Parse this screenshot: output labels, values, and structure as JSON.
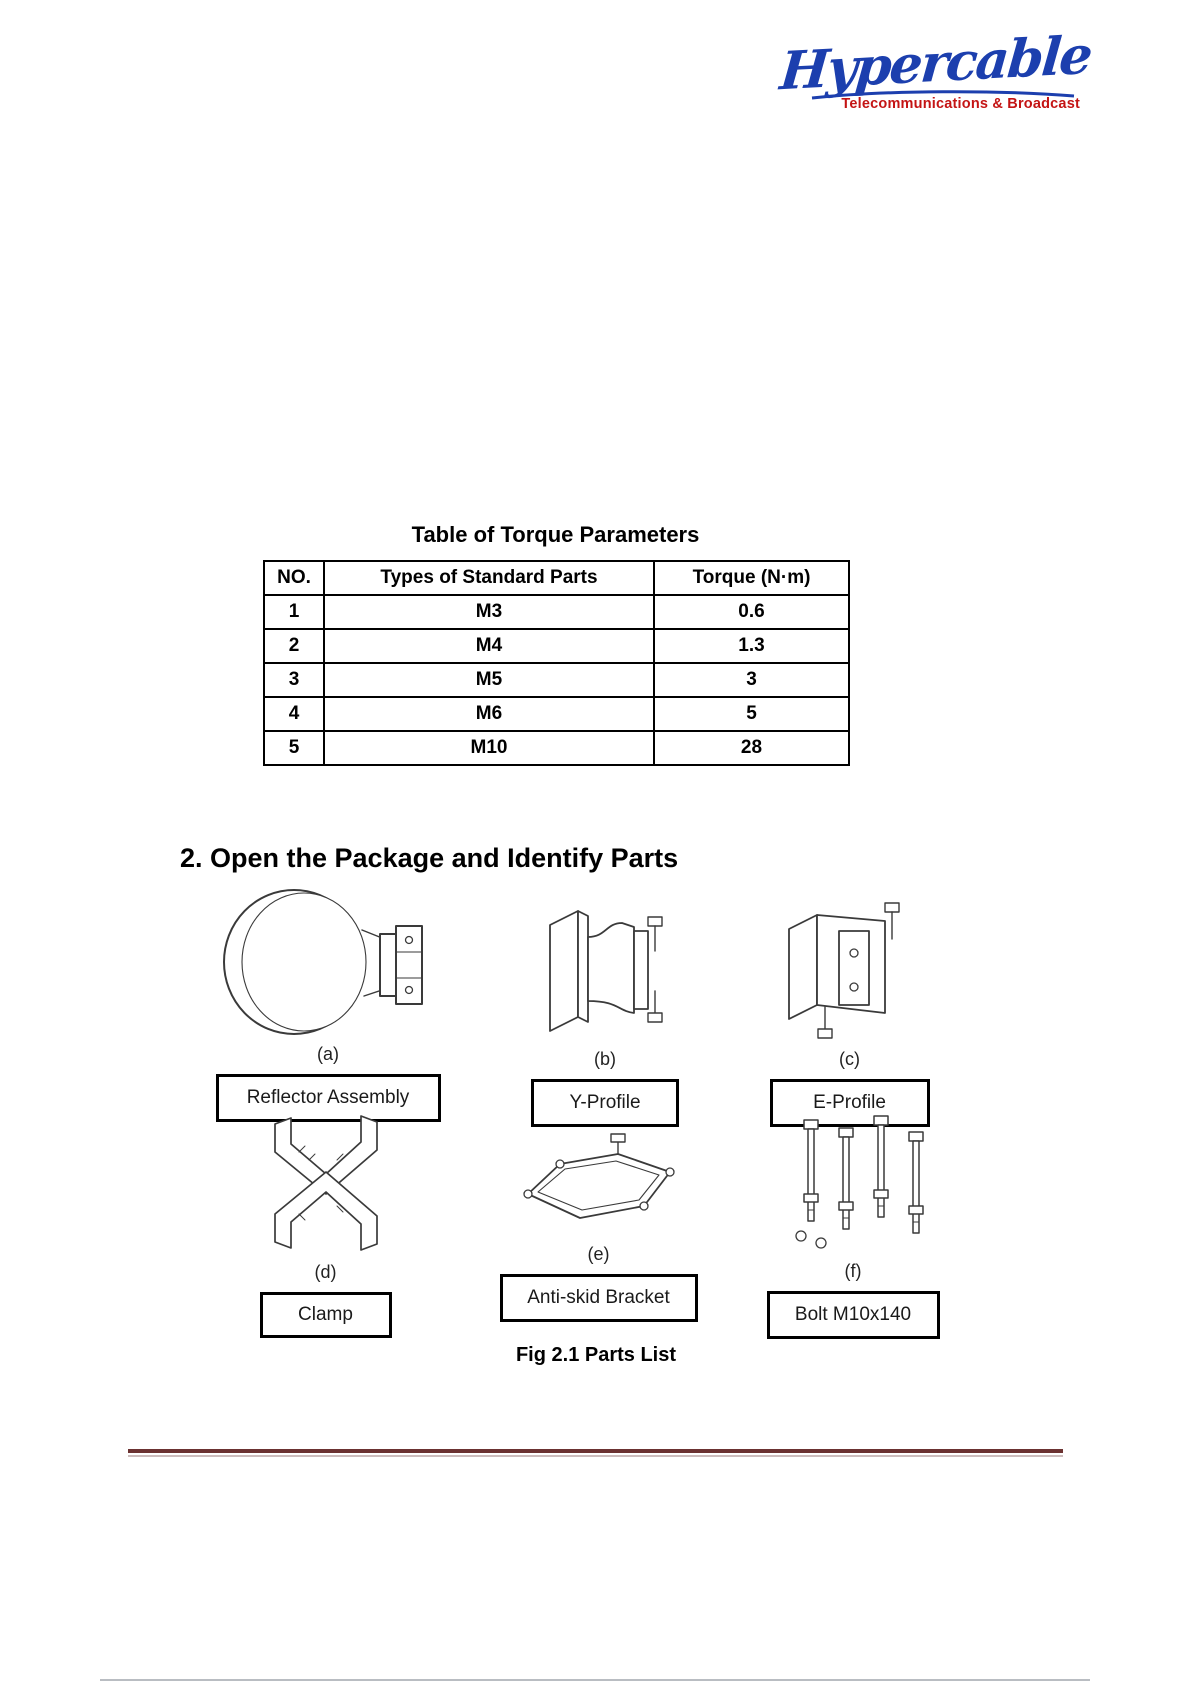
{
  "logo": {
    "brand": "Hypercable",
    "tagline": "Telecommunications & Broadcast",
    "brand_color": "#1c3fae",
    "tagline_color": "#c41414"
  },
  "torque_table": {
    "title": "Table of Torque Parameters",
    "headers": [
      "NO.",
      "Types of Standard Parts",
      "Torque (N·m)"
    ],
    "rows": [
      [
        "1",
        "M3",
        "0.6"
      ],
      [
        "2",
        "M4",
        "1.3"
      ],
      [
        "3",
        "M5",
        "3"
      ],
      [
        "4",
        "M6",
        "5"
      ],
      [
        "5",
        "M10",
        "28"
      ]
    ]
  },
  "parts_section": {
    "heading": "2. Open the Package and Identify Parts",
    "parts": [
      {
        "letter": "(a)",
        "label": "Reflector Assembly"
      },
      {
        "letter": "(b)",
        "label": "Y-Profile"
      },
      {
        "letter": "(c)",
        "label": "E-Profile"
      },
      {
        "letter": "(d)",
        "label": "Clamp"
      },
      {
        "letter": "(e)",
        "label": "Anti-skid Bracket"
      },
      {
        "letter": "(f)",
        "label": "Bolt M10x140"
      }
    ],
    "caption": "Fig 2.1 Parts List"
  }
}
